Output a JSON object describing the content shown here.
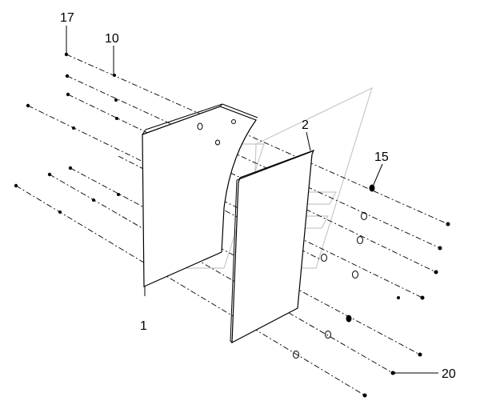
{
  "callouts": {
    "c17": "17",
    "c10": "10",
    "c2": "2",
    "c15": "15",
    "c1": "1",
    "c20": "20"
  }
}
